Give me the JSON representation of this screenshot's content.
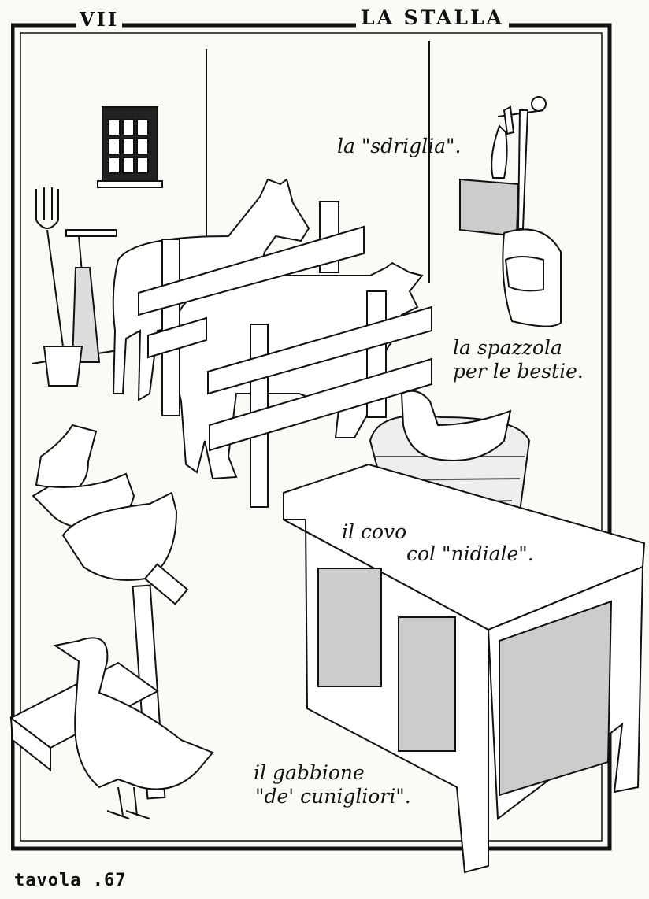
{
  "header": {
    "chapter": "VII",
    "title": "LA STALLA"
  },
  "captions": {
    "sdriglia": "la \"sdriglia\".",
    "spazzola_line1": "la spazzola",
    "spazzola_line2": "per le bestie.",
    "covo_line1": "il covo",
    "covo_line2": "col \"nidiale\".",
    "gabbione_line1": "il gabbione",
    "gabbione_line2": "\"de' cunigliori\"."
  },
  "footer": {
    "plate": "tavola  .67"
  }
}
